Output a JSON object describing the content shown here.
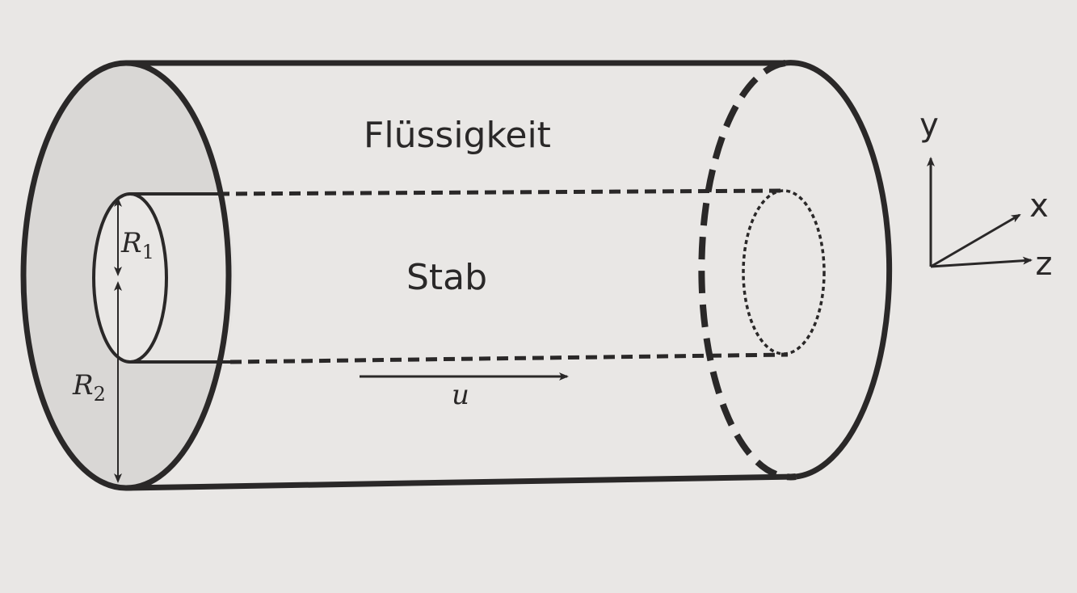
{
  "labels": {
    "fluid": "Flüssigkeit",
    "rod": "Stab",
    "velocity": "u",
    "r1_symbol": "R",
    "r1_sub": "1",
    "r2_symbol": "R",
    "r2_sub": "2"
  },
  "axes": {
    "y": "y",
    "x": "x",
    "z": "z"
  },
  "colors": {
    "background": "#e9e7e5",
    "line": "#2a2828",
    "annulus_fill": "#d9d7d5"
  }
}
